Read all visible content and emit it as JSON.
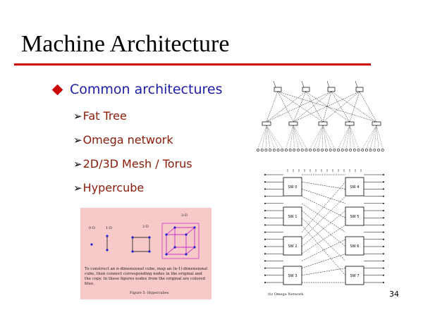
{
  "slide": {
    "title": "Machine Architecture",
    "bullet": "Common architectures",
    "items": [
      "Fat Tree",
      "Omega network",
      "2D/3D Mesh / Torus",
      "Hypercube"
    ],
    "page_number": "34"
  },
  "hypercube_figure": {
    "caption": "To construct an n-dimensional cube, map an (n-1)-dimensional cube, then connect corresponding nodes in the original and the copy. In these figures nodes from the original are colored blue.",
    "figure_label": "Figure 5: Hypercubes",
    "dimension_labels": [
      "0-D",
      "1-D",
      "2-D",
      "3-D"
    ],
    "background_color": "#f7c9c9",
    "node_color": "#2222cc",
    "edge_color": "#c000c0"
  },
  "omega_figure": {
    "caption": "(b)    Omega Network",
    "switch_labels": [
      "SW 0",
      "SW 1",
      "SW 2",
      "SW 3",
      "SW 4",
      "SW 5",
      "SW 6",
      "SW 7"
    ]
  },
  "colors": {
    "title_rule": "#cc0000",
    "bullet": "#cc0000",
    "bullet_text": "#1c1ca8",
    "sub_text": "#8a1a0a"
  }
}
